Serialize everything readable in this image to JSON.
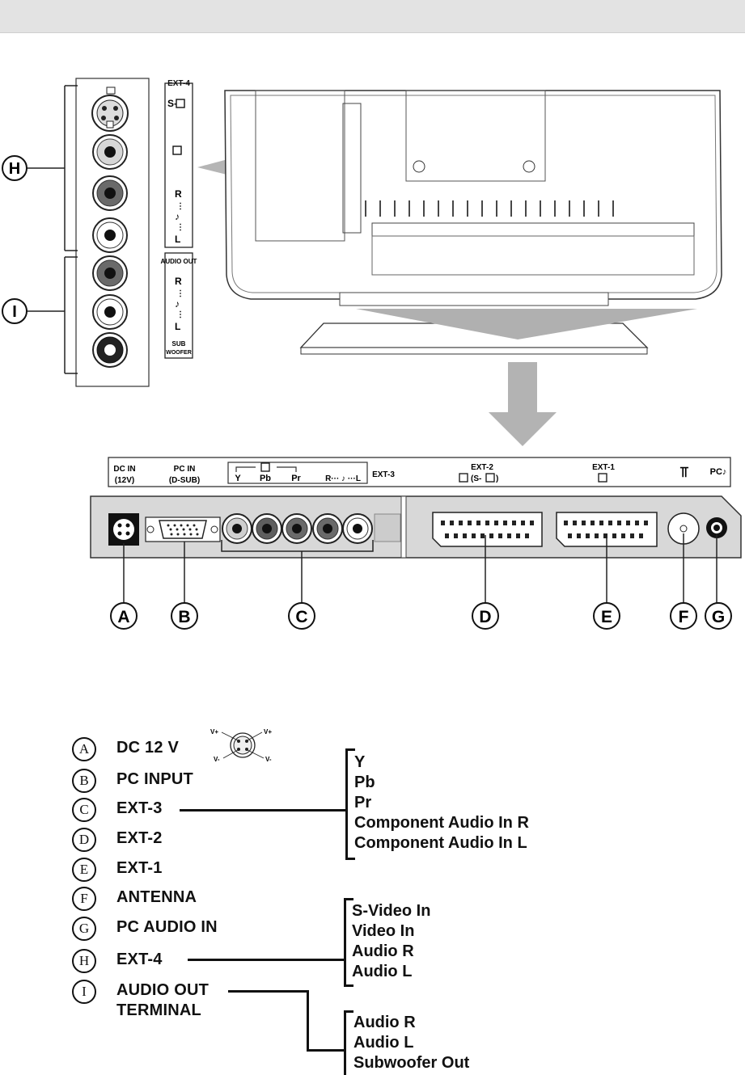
{
  "panel_side": {
    "title": "EXT-4",
    "svideo": "S-",
    "r": "R",
    "l": "L",
    "audio_out": "AUDIO OUT",
    "sub_woofer_1": "SUB",
    "sub_woofer_2": "WOOFER"
  },
  "callouts": {
    "H": "H",
    "I": "I",
    "A": "A",
    "B": "B",
    "C": "C",
    "D": "D",
    "E": "E",
    "F": "F",
    "G": "G"
  },
  "rear_labels": {
    "dc_in_1": "DC IN",
    "dc_in_2": "(12V)",
    "pc_in_1": "PC IN",
    "pc_in_2": "(D-SUB)",
    "y": "Y",
    "pb": "Pb",
    "pr": "Pr",
    "rl": "R··· ♪ ···L",
    "ext3": "EXT-3",
    "ext2": "EXT-2",
    "ext2_sub": "(S-",
    "ext1": "EXT-1",
    "pc_audio": "PC♪"
  },
  "legend": [
    {
      "key": "A",
      "label": "DC 12 V"
    },
    {
      "key": "B",
      "label": "PC INPUT"
    },
    {
      "key": "C",
      "label": "EXT-3"
    },
    {
      "key": "D",
      "label": "EXT-2"
    },
    {
      "key": "E",
      "label": "EXT-1"
    },
    {
      "key": "F",
      "label": "ANTENNA"
    },
    {
      "key": "G",
      "label": "PC AUDIO IN"
    },
    {
      "key": "H",
      "label": "EXT-4"
    },
    {
      "key": "I",
      "label": "AUDIO OUT",
      "label2": "TERMINAL"
    }
  ],
  "dc_pins": {
    "vplus_left": "V+",
    "vplus_right": "V+",
    "vminus_left": "V-",
    "vminus_right": "V-"
  },
  "groups": {
    "ext3": [
      "Y",
      "Pb",
      "Pr",
      "Component Audio In R",
      "Component Audio In L"
    ],
    "ext4": [
      "S-Video In",
      "Video In",
      "Audio R",
      "Audio L"
    ],
    "audio_out": [
      "Audio R",
      "Audio L",
      "Subwoofer Out"
    ]
  }
}
